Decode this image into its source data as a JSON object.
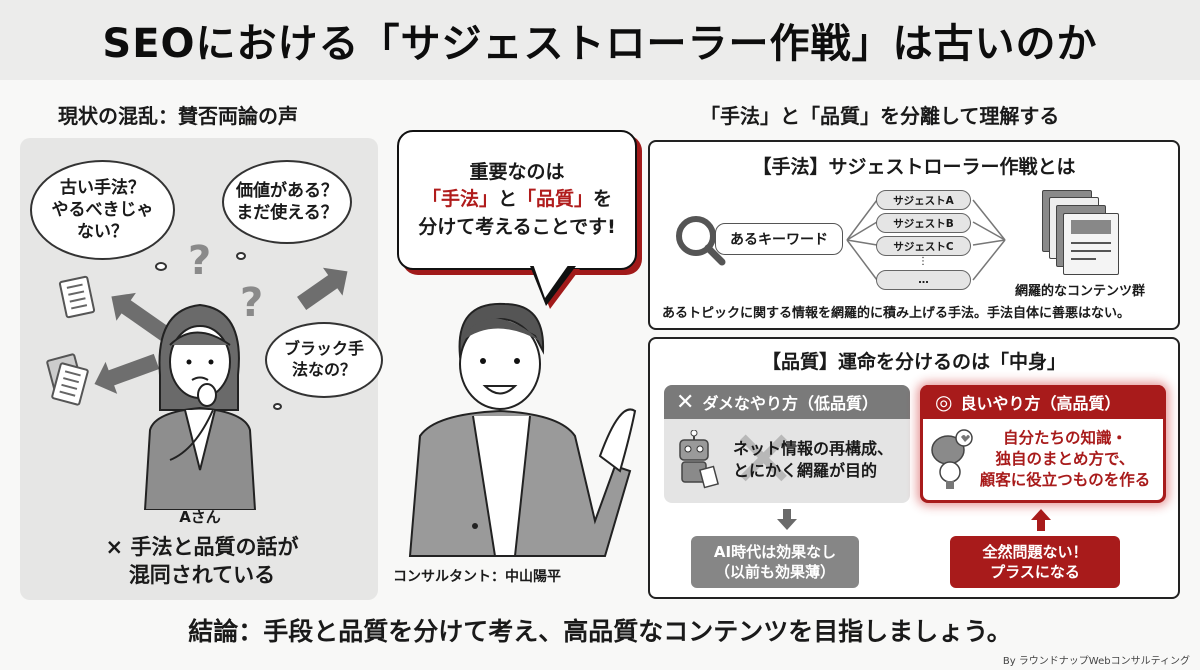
{
  "title": "SEOにおける「サジェストローラー作戦」は古いのか",
  "left": {
    "heading": "現状の混乱：賛否両論の声",
    "bubbles": [
      {
        "lines": [
          "古い手法？",
          "やるべきじゃ",
          "ない？"
        ]
      },
      {
        "lines": [
          "価値がある？",
          "まだ使える？"
        ]
      },
      {
        "lines": [
          "ブラック手",
          "法なの？"
        ]
      }
    ],
    "person_label": "Aさん",
    "problem": [
      "× 手法と品質の話が",
      "混同されている"
    ]
  },
  "center": {
    "speech": {
      "line1": "重要なのは",
      "method": "「手法」",
      "and": "と",
      "quality": "「品質」",
      "wo": "を",
      "line3": "分けて考えることです!"
    },
    "consultant_label": "コンサルタント：中山陽平"
  },
  "right": {
    "heading": "「手法」と「品質」を分離して理解する",
    "method_box": {
      "title": "【手法】サジェストローラー作戦とは",
      "keyword": "あるキーワード",
      "suggests": [
        "サジェストA",
        "サジェストB",
        "サジェストC",
        "…"
      ],
      "vertical_ellipsis": "⋮",
      "content_label": "網羅的なコンテンツ群",
      "description": "あるトピックに関する情報を網羅的に積み上げる手法。手法自体に善悪はない。"
    },
    "quality_box": {
      "title": "【品質】運命を分けるのは「中身」",
      "bad": {
        "header": "ダメなやり方（低品質）",
        "icon": "✕",
        "body": [
          "ネット情報の再構成、",
          "とにかく網羅が目的"
        ],
        "result": [
          "AI時代は効果なし",
          "（以前も効果薄）"
        ]
      },
      "good": {
        "header": "良いやり方（高品質）",
        "icon": "◎",
        "body": [
          "自分たちの知識・",
          "独自のまとめ方で、",
          "顧客に役立つものを作る"
        ],
        "result": [
          "全然問題ない！",
          "プラスになる"
        ]
      }
    }
  },
  "conclusion": "結論：手段と品質を分けて考え、高品質なコンテンツを目指しましょう。",
  "credit": "By ラウンドナップWebコンサルティング",
  "colors": {
    "accent_red": "#a81b1b",
    "gray_header": "#7a7a7a",
    "panel_gray": "#e6e6e5"
  }
}
